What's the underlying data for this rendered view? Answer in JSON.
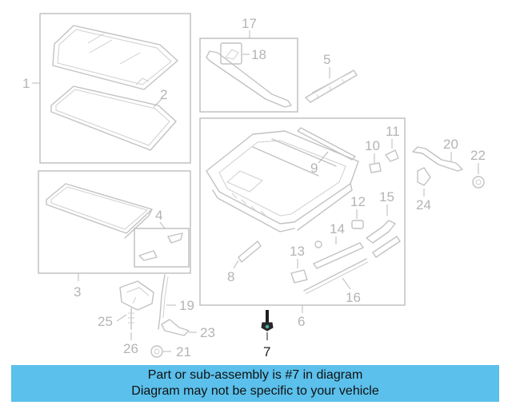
{
  "diagram": {
    "callouts": {
      "c1": "1",
      "c2": "2",
      "c3": "3",
      "c4": "4",
      "c5": "5",
      "c6": "6",
      "c7": "7",
      "c8": "8",
      "c9": "9",
      "c10": "10",
      "c11": "11",
      "c12": "12",
      "c13": "13",
      "c14": "14",
      "c15": "15",
      "c16": "16",
      "c17": "17",
      "c18": "18",
      "c19": "19",
      "c20": "20",
      "c21": "21",
      "c22": "22",
      "c23": "23",
      "c24": "24",
      "c25": "25",
      "c26": "26"
    },
    "highlighted_part": "7",
    "colors": {
      "parts": "#c2c2c2",
      "labels": "#b4b4b4",
      "highlight": "#1e1e1e",
      "banner": "#5bc0eb"
    }
  },
  "banner": {
    "line1": "Part or sub-assembly is #7 in diagram",
    "line2": "Diagram may not be specific to your vehicle"
  }
}
